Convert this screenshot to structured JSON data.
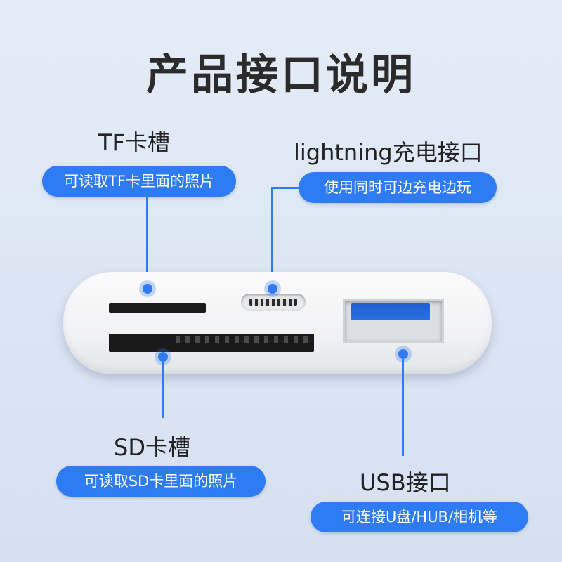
{
  "title": "产品接口说明",
  "tf": {
    "label": "TF卡槽",
    "desc": "可读取TF卡里面的照片"
  },
  "lightning": {
    "label": "lightning充电接口",
    "desc": "使用同时可边充电边玩"
  },
  "sd": {
    "label": "SD卡槽",
    "desc": "可读取SD卡里面的照片"
  },
  "usb": {
    "label": "USB接口",
    "desc": "可连接U盘/HUB/相机等"
  },
  "colors": {
    "accent": "#2f7bf3",
    "background": "#dde6f4",
    "text": "#222222"
  }
}
